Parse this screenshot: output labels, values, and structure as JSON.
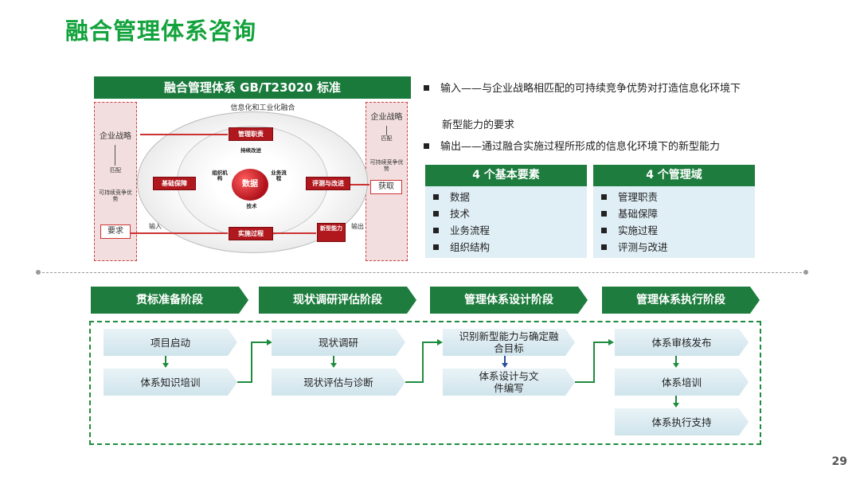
{
  "title": "融合管理体系咨询",
  "diagram": {
    "header": "融合管理体系 GB/T23020 标准",
    "subtitle": "信息化和工业化融合",
    "left_panel": {
      "top": "企业战略",
      "mid": "匹配",
      "low": "可持续竞争优势",
      "box": "要求"
    },
    "right_panel": {
      "top": "企业战略",
      "mid": "匹配",
      "low": "可持续竞争优势",
      "box": "获取"
    },
    "nodes": {
      "mgmt": "管理职责",
      "basic": "基础保障",
      "eval": "评测与改进",
      "impl": "实施过程",
      "new": "新型能力",
      "data": "数据",
      "cont": "持续改进",
      "org": "组织机构",
      "biz": "业务流程",
      "tech": "技术"
    },
    "input_label": "输入",
    "output_label": "输出"
  },
  "bullets": [
    "输入——与企业战略相匹配的可持续竞争优势对打造信息化环境下",
    "新型能力的要求",
    "输出——通过融合实施过程所形成的信息化环境下的新型能力"
  ],
  "box1": {
    "title": "4 个基本要素",
    "items": [
      "数据",
      "技术",
      "业务流程",
      "组织结构"
    ]
  },
  "box2": {
    "title": "4 个管理域",
    "items": [
      "管理职责",
      "基础保障",
      "实施过程",
      "评测与改进"
    ]
  },
  "stages": [
    {
      "title": "贯标准备阶段",
      "steps": [
        "项目启动",
        "体系知识培训"
      ]
    },
    {
      "title": "现状调研评估阶段",
      "steps": [
        "现状调研",
        "现状评估与诊断"
      ]
    },
    {
      "title": "管理体系设计阶段",
      "steps": [
        "识别新型能力与确定融合目标",
        "体系设计与文件编写"
      ]
    },
    {
      "title": "管理体系执行阶段",
      "steps": [
        "体系审核发布",
        "体系培训",
        "体系执行支持"
      ]
    }
  ],
  "page_number": "29",
  "colors": {
    "brand_green": "#13a33c",
    "dark_green": "#1e7d3e",
    "red": "#b0181e"
  }
}
